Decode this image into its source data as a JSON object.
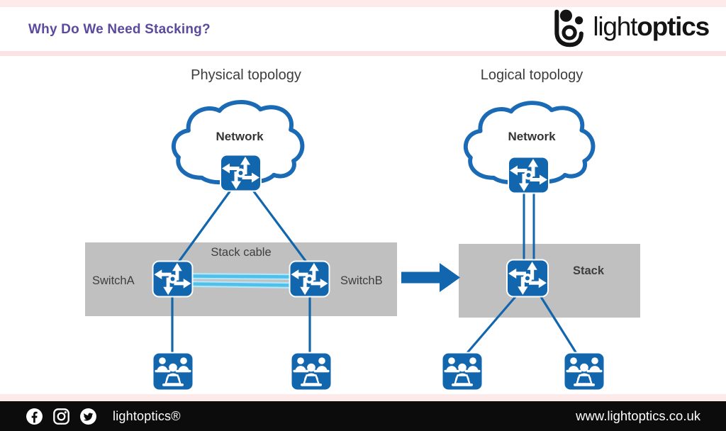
{
  "header": {
    "title": "Why Do We Need Stacking?",
    "logo": {
      "light": "light",
      "bold": "optics"
    }
  },
  "diagram": {
    "physical": {
      "title": "Physical topology",
      "network_label": "Network",
      "stack_cable_label": "Stack cable",
      "switch_a_label": "SwitchA",
      "switch_b_label": "SwitchB"
    },
    "logical": {
      "title": "Logical topology",
      "network_label": "Network",
      "stack_label": "Stack"
    }
  },
  "footer": {
    "brand": "lightoptics®",
    "website": "www.lightoptics.co.uk"
  },
  "icons": {
    "switch": "router-pinwheel-arrows",
    "users": "user-group-laptops",
    "cloud": "network-cloud",
    "arrow": "transform-arrow-right",
    "social": [
      "facebook-icon",
      "instagram-icon",
      "twitter-icon"
    ]
  },
  "colors": {
    "accent_blue": "#1266ad",
    "cloud_stroke": "#1a6ab5",
    "cable_blue": "#4fc0ea",
    "cable_halo": "#b5e4f6",
    "title_purple": "#5b4a9e",
    "panel_gray": "#c0c0c0",
    "header_pink": "#fdeaea",
    "footer_black": "#0c0c0c",
    "text_gray": "#3e3e3e"
  }
}
